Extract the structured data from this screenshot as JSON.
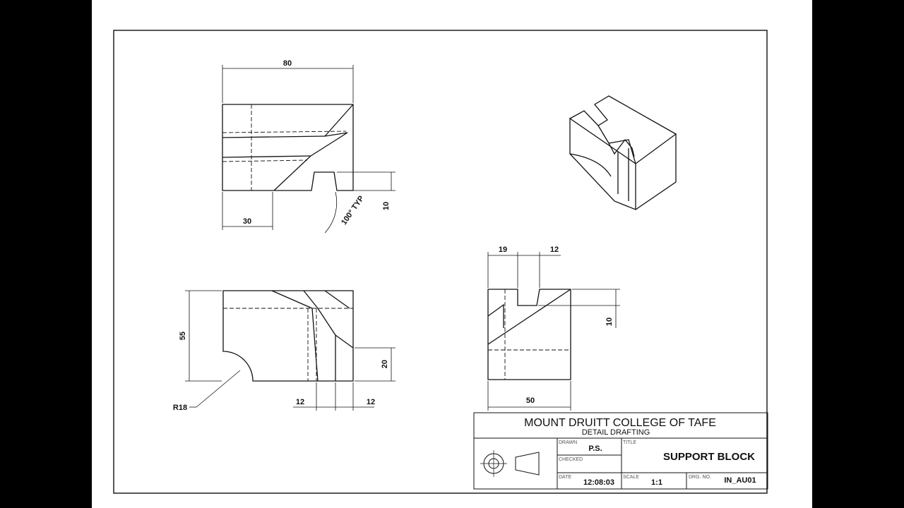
{
  "views": {
    "front": {
      "dims": {
        "width": "80",
        "left_offset": "30",
        "angle": "100° TYP",
        "slot_depth": "10"
      }
    },
    "top": {
      "dims": {
        "height": "55",
        "radius": "R18",
        "step": "20",
        "slot_left": "12",
        "slot_right": "12"
      }
    },
    "side": {
      "dims": {
        "top_left": "19",
        "slot_width": "12",
        "depth": "10",
        "width": "50"
      }
    }
  },
  "title_block": {
    "college": "MOUNT DRUITT COLLEGE OF TAFE",
    "subtitle": "DETAIL DRAFTING",
    "drawn_label": "DRAWN",
    "drawn_value": "P.S.",
    "checked_label": "CHECKED",
    "title_label": "TITLE",
    "title_value": "SUPPORT BLOCK",
    "date_label": "DATE",
    "date_value": "12:08:03",
    "scale_label": "SCALE",
    "scale_value": "1:1",
    "dwg_label": "DRG. NO.",
    "dwg_value": "IN_AU01"
  }
}
